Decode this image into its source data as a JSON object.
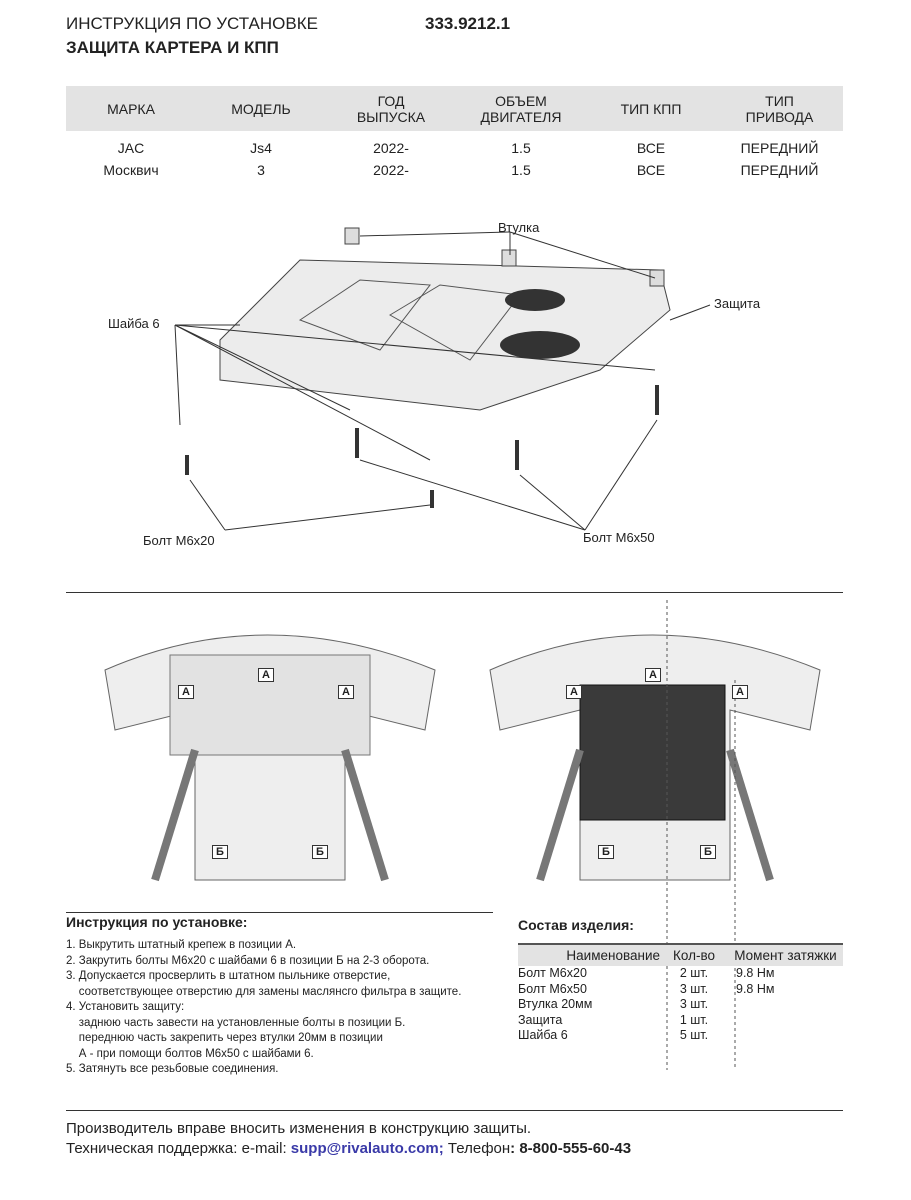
{
  "header": {
    "title_line1": "ИНСТРУКЦИЯ ПО УСТАНОВКЕ",
    "title_line2": "ЗАЩИТА КАРТЕРА И КПП",
    "part_number": "333.9212.1"
  },
  "spec_table": {
    "headers": [
      [
        "МАРКА",
        ""
      ],
      [
        "МОДЕЛЬ",
        ""
      ],
      [
        "ГОД",
        "ВЫПУСКА"
      ],
      [
        "ОБЪЕМ",
        "ДВИГАТЕЛЯ"
      ],
      [
        "ТИП КПП",
        ""
      ],
      [
        "ТИП",
        "ПРИВОДА"
      ]
    ],
    "rows": [
      [
        "JAC",
        "Js4",
        "2022-",
        "1.5",
        "ВСЕ",
        "ПЕРЕДНИЙ"
      ],
      [
        "Москвич",
        "3",
        "2022-",
        "1.5",
        "ВСЕ",
        "ПЕРЕДНИЙ"
      ]
    ]
  },
  "diagram": {
    "labels": {
      "bushing": "Втулка",
      "shield": "Защита",
      "washer": "Шайба 6",
      "bolt20": "Болт М6х20",
      "bolt50": "Болт М6х50"
    }
  },
  "positions": {
    "a": "А",
    "b": "Б"
  },
  "instructions": {
    "title": "Инструкция по установке:",
    "lines": [
      "1. Выкрутить штатный крепеж в позиции А.",
      "2. Закрутить болты М6х20 с шайбами 6 в позиции Б на 2-3 оборота.",
      "3. Допускается просверлить в штатном пыльнике отверстие,",
      "    соответствующее отверстию для замены маслянсго фильтра в защите.",
      "4. Установить защиту:",
      "    заднюю часть завести на установленные болты в позиции Б.",
      "    переднюю часть закрепить через втулки 20мм в позиции",
      "    А - при помощи болтов М6х50 с шайбами 6.",
      "5. Затянуть все резьбовые соединения."
    ]
  },
  "composition": {
    "title": "Состав изделия:",
    "headers": [
      "Наименование",
      "Кол-во",
      "Момент затяжки"
    ],
    "rows": [
      [
        "Болт М6х20",
        "2 шт.",
        "9.8 Нм"
      ],
      [
        "Болт М6х50",
        "3 шт.",
        "9.8 Нм"
      ],
      [
        "Втулка 20мм",
        "3 шт.",
        ""
      ],
      [
        "Защита",
        "1 шт.",
        ""
      ],
      [
        "Шайба 6",
        "5 шт.",
        ""
      ]
    ]
  },
  "footer": {
    "line1": "Производитель вправе вносить изменения в конструкцию защиты.",
    "support_prefix": "Техническая поддержка:  e-mail: ",
    "email": "supp@rivalauto.com;",
    "phone_prefix": " Телефон",
    "phone": ": 8-800-555-60-43"
  }
}
